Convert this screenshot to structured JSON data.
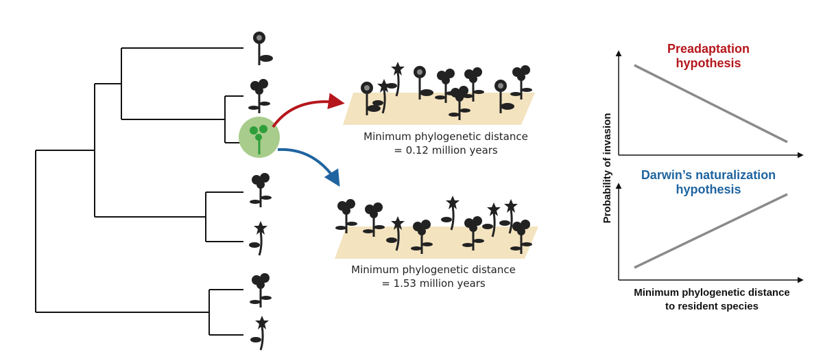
{
  "scenario_high": {
    "caption_line1": "Minimum phylogenetic distance",
    "caption_line2": "= 0.12 million years"
  },
  "scenario_low": {
    "caption_line1": "Minimum phylogenetic distance",
    "caption_line2": "= 1.53 million years"
  },
  "plots": {
    "top_title_line1": "Preadaptation",
    "top_title_line2": "hypothesis",
    "bottom_title_line1": "Darwin’s naturalization",
    "bottom_title_line2": "hypothesis",
    "y_label": "Probability of invasion",
    "x_label_line1": "Minimum phylogenetic distance",
    "x_label_line2": "to resident species"
  },
  "colors": {
    "red": "#b5161c",
    "blue": "#1f64a0",
    "green_circle": "#a8cc8c",
    "ground": "#f3e3bf",
    "trend": "#8a8a8a"
  }
}
